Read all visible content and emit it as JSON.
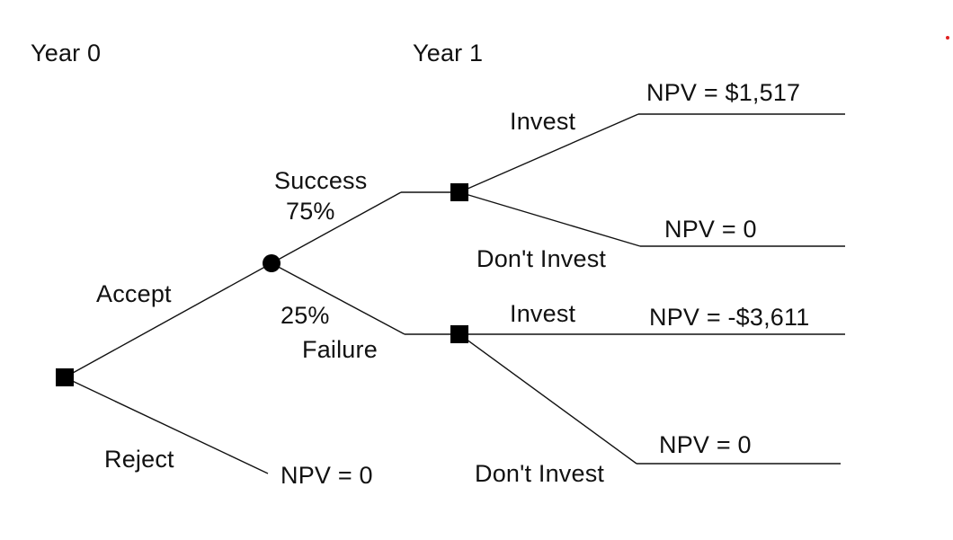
{
  "headers": {
    "year0": "Year 0",
    "year1": "Year 1"
  },
  "branches": {
    "accept": "Accept",
    "reject": "Reject",
    "success": "Success",
    "success_prob": "75%",
    "failure": "Failure",
    "failure_prob": "25%",
    "success_invest": "Invest",
    "success_dont_invest": "Don't Invest",
    "failure_invest": "Invest",
    "failure_dont_invest": "Don't Invest"
  },
  "outcomes": {
    "reject_npv": "NPV = 0",
    "success_invest_npv": "NPV = $1,517",
    "success_dont_invest_npv": "NPV = 0",
    "failure_invest_npv": "NPV = -$3,611",
    "failure_dont_invest_npv": "NPV = 0"
  },
  "colors": {
    "line": "#111111",
    "node": "#000000",
    "marker": "#e02020"
  }
}
